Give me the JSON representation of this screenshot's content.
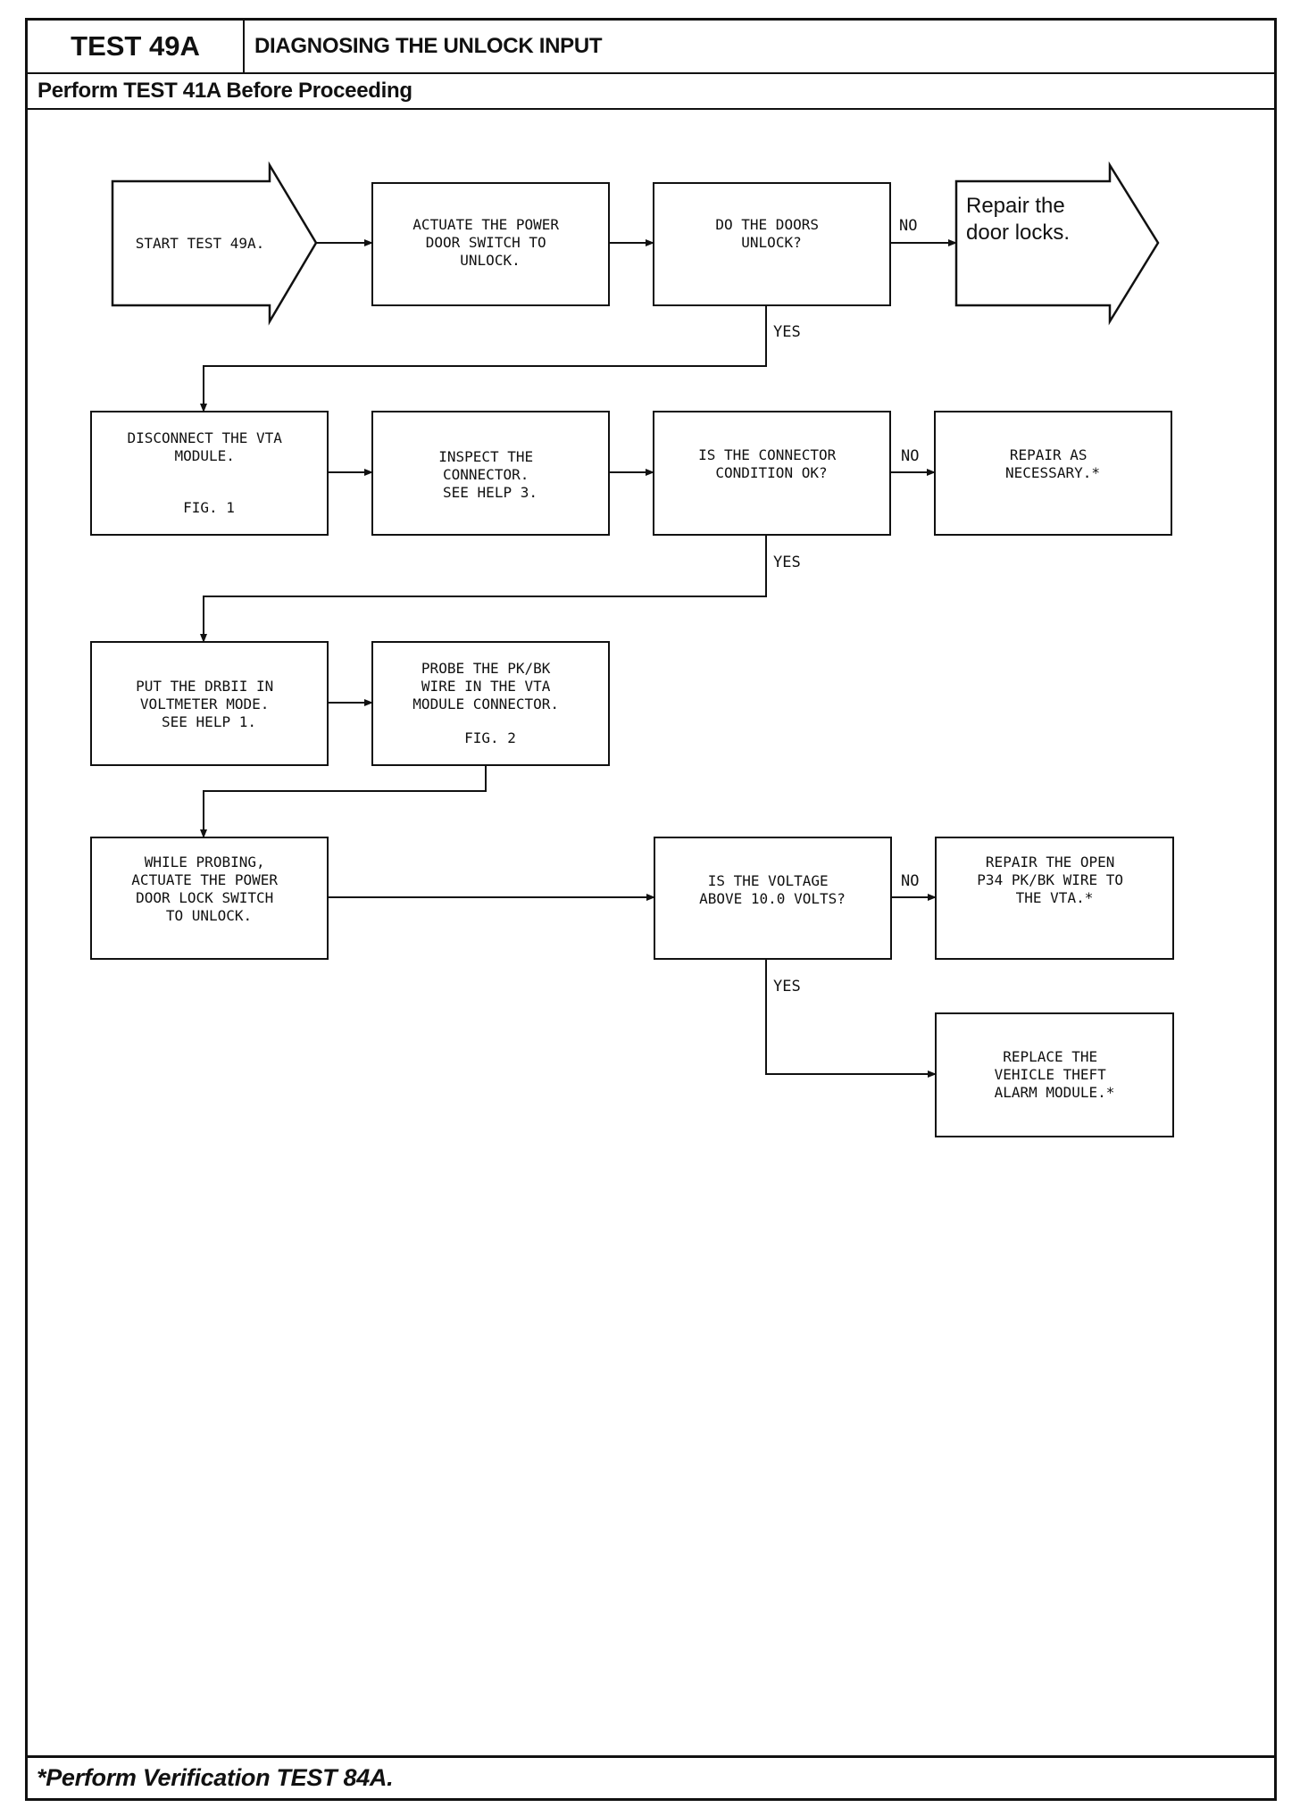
{
  "header": {
    "test_id": "TEST 49A",
    "title": "DIAGNOSING THE UNLOCK INPUT",
    "prerequisite": "Perform TEST 41A Before Proceeding"
  },
  "footer": {
    "note": "*Perform Verification TEST 84A."
  },
  "flowchart": {
    "start": [
      "START TEST 49A."
    ],
    "actuate_switch": [
      "ACTUATE THE POWER",
      "DOOR SWITCH TO",
      "UNLOCK."
    ],
    "doors_unlock_q": [
      "DO THE DOORS",
      "UNLOCK?"
    ],
    "repair_locks": [
      "Repair the",
      "door locks."
    ],
    "disconnect_vta": [
      "DISCONNECT THE VTA",
      "MODULE.",
      "",
      "FIG. 1"
    ],
    "inspect_connector": [
      "INSPECT THE",
      "CONNECTOR.",
      "SEE HELP 3."
    ],
    "connector_ok_q": [
      "IS THE CONNECTOR",
      "CONDITION OK?"
    ],
    "repair_necessary": [
      "REPAIR AS",
      "NECESSARY.*"
    ],
    "drbii_voltmeter": [
      "PUT THE DRBII IN",
      "VOLTMETER MODE.",
      "SEE HELP 1."
    ],
    "probe_wire": [
      "PROBE THE PK/BK",
      "WIRE IN THE VTA",
      "MODULE CONNECTOR.",
      "",
      "FIG. 2"
    ],
    "while_probing": [
      "WHILE PROBING,",
      "ACTUATE THE POWER",
      "DOOR LOCK SWITCH",
      "TO UNLOCK."
    ],
    "voltage_q": [
      "IS THE VOLTAGE",
      "ABOVE 10.0 VOLTS?"
    ],
    "repair_open": [
      "REPAIR THE OPEN",
      "P34 PK/BK WIRE TO",
      "THE VTA.*"
    ],
    "replace_module": [
      "REPLACE THE",
      "VEHICLE THEFT",
      "ALARM MODULE.*"
    ]
  },
  "branch_labels": {
    "no": "NO",
    "yes": "YES"
  }
}
